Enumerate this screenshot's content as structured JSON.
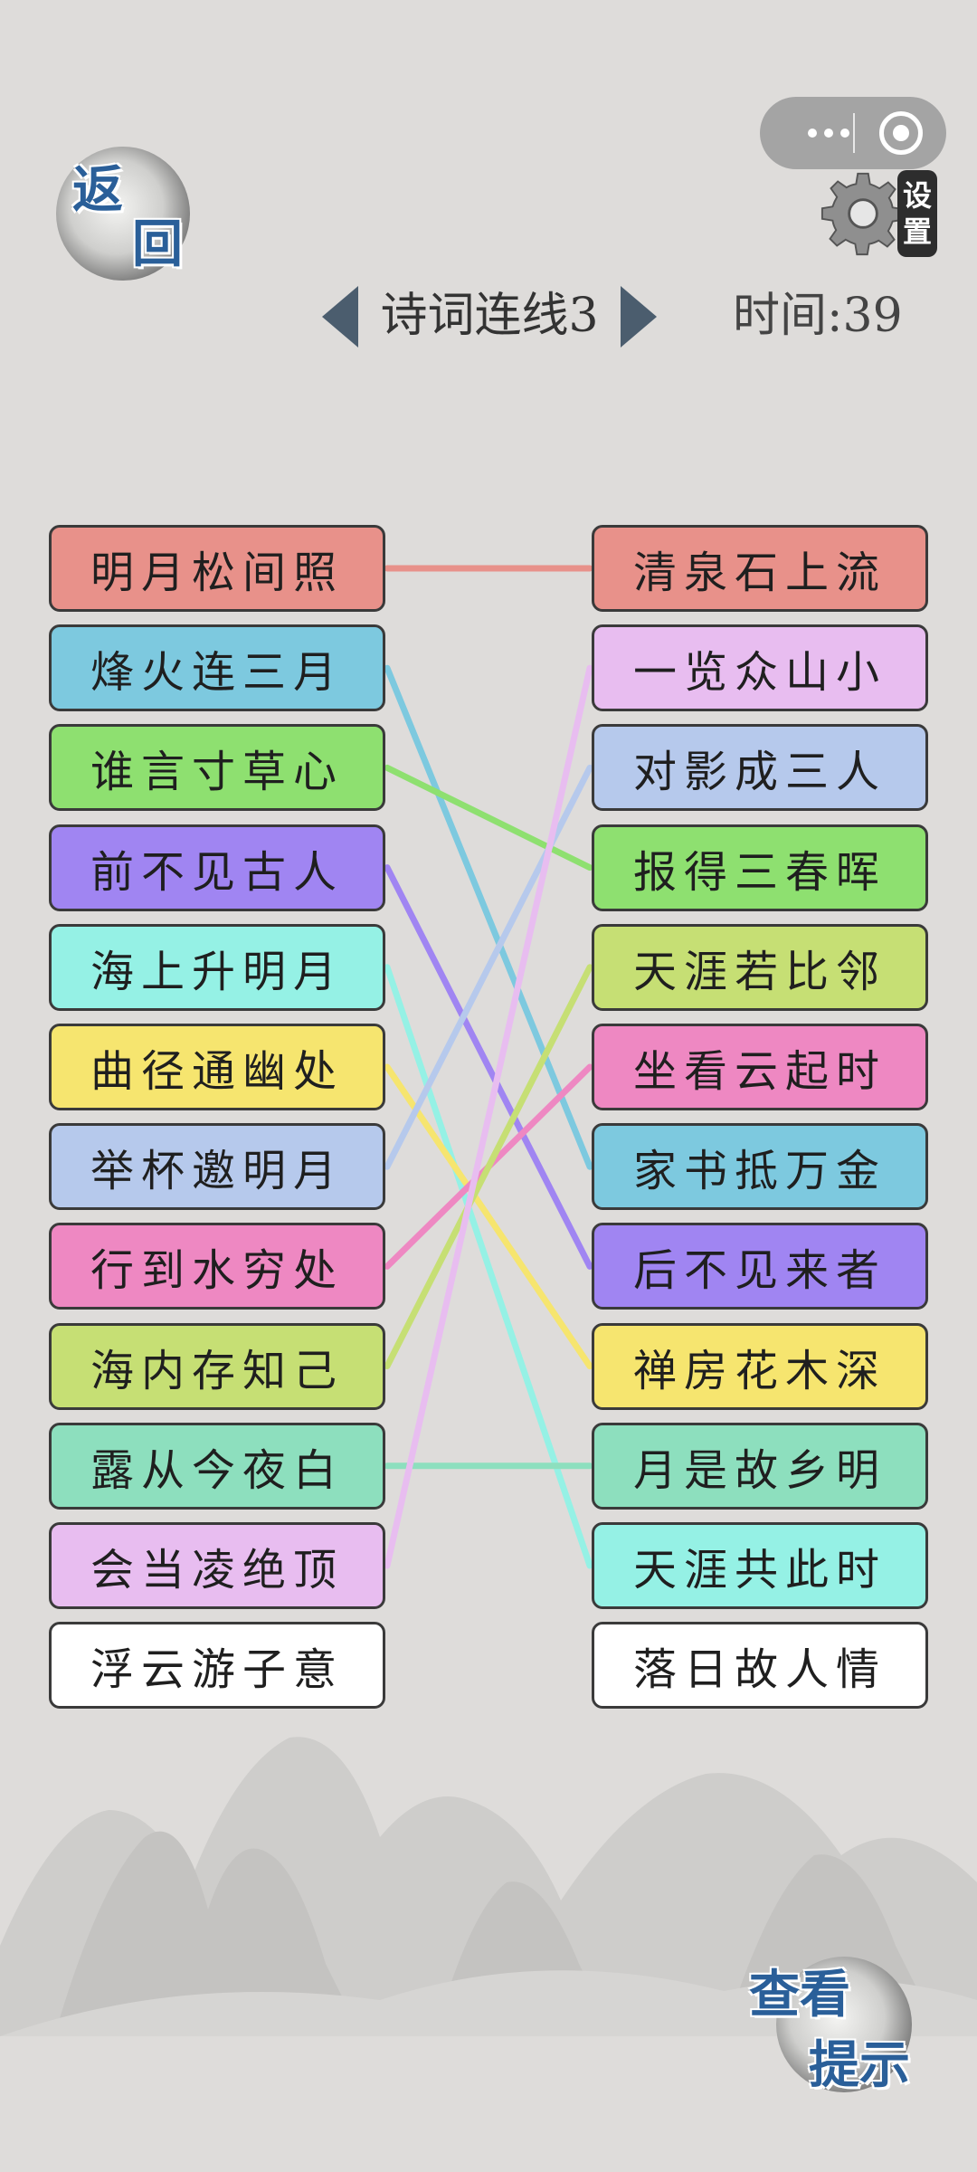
{
  "header": {
    "back_label_1": "返",
    "back_label_2": "回",
    "settings_label": "设置",
    "level_title": "诗词连线3",
    "timer_label": "时间:",
    "timer_value": "39"
  },
  "left_items": [
    {
      "text": "明月松间照",
      "color": "#e8918a"
    },
    {
      "text": "烽火连三月",
      "color": "#7dc9df"
    },
    {
      "text": "谁言寸草心",
      "color": "#8ee070"
    },
    {
      "text": "前不见古人",
      "color": "#a085f2"
    },
    {
      "text": "海上升明月",
      "color": "#95f1e5"
    },
    {
      "text": "曲径通幽处",
      "color": "#f6e56f"
    },
    {
      "text": "举杯邀明月",
      "color": "#b6c9ec"
    },
    {
      "text": "行到水穷处",
      "color": "#ee88c2"
    },
    {
      "text": "海内存知己",
      "color": "#c6df74"
    },
    {
      "text": "露从今夜白",
      "color": "#8ddfbe"
    },
    {
      "text": "会当凌绝顶",
      "color": "#e8bdf0"
    },
    {
      "text": "浮云游子意",
      "color": "#ffffff"
    }
  ],
  "right_items": [
    {
      "text": "清泉石上流",
      "color": "#e8918a"
    },
    {
      "text": "一览众山小",
      "color": "#e8bdf0"
    },
    {
      "text": "对影成三人",
      "color": "#b6c9ec"
    },
    {
      "text": "报得三春晖",
      "color": "#8ee070"
    },
    {
      "text": "天涯若比邻",
      "color": "#c6df74"
    },
    {
      "text": "坐看云起时",
      "color": "#ee88c2"
    },
    {
      "text": "家书抵万金",
      "color": "#7dc9df"
    },
    {
      "text": "后不见来者",
      "color": "#a085f2"
    },
    {
      "text": "禅房花木深",
      "color": "#f6e56f"
    },
    {
      "text": "月是故乡明",
      "color": "#8ddfbe"
    },
    {
      "text": "天涯共此时",
      "color": "#95f1e5"
    },
    {
      "text": "落日故人情",
      "color": "#ffffff"
    }
  ],
  "connections": [
    [
      0,
      0
    ],
    [
      1,
      6
    ],
    [
      2,
      3
    ],
    [
      3,
      7
    ],
    [
      4,
      10
    ],
    [
      5,
      8
    ],
    [
      6,
      2
    ],
    [
      7,
      5
    ],
    [
      8,
      4
    ],
    [
      9,
      9
    ],
    [
      10,
      1
    ]
  ],
  "hint_button": {
    "label_1": "查看",
    "label_2": "提示"
  }
}
